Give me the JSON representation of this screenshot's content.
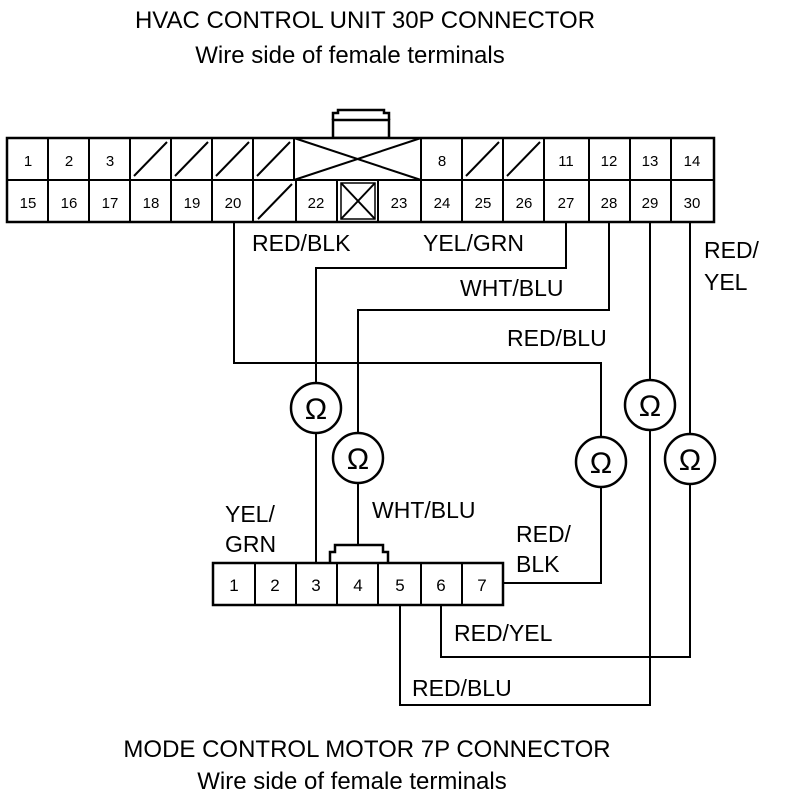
{
  "top_connector": {
    "title": "HVAC CONTROL UNIT 30P CONNECTOR",
    "subtitle": "Wire side of female terminals",
    "pins_top": [
      "1",
      "2",
      "3",
      "8",
      "11",
      "12",
      "13",
      "14"
    ],
    "pins_bottom": [
      "15",
      "16",
      "17",
      "18",
      "19",
      "20",
      "22",
      "23",
      "24",
      "25",
      "26",
      "27",
      "28",
      "29",
      "30"
    ]
  },
  "bottom_connector": {
    "title": "MODE CONTROL MOTOR 7P CONNECTOR",
    "subtitle": "Wire side of female terminals",
    "pins": [
      "1",
      "2",
      "3",
      "4",
      "5",
      "6",
      "7"
    ]
  },
  "wire_labels": {
    "red_blk_top": "RED/BLK",
    "yel_grn_top": "YEL/GRN",
    "wht_blu_top": "WHT/BLU",
    "red_blu_top": "RED/BLU",
    "red_yel_top_1": "RED/",
    "red_yel_top_2": "YEL",
    "yel_grn_bottom_1": "YEL/",
    "yel_grn_bottom_2": "GRN",
    "wht_blu_bottom": "WHT/BLU",
    "red_blk_bottom_1": "RED/",
    "red_blk_bottom_2": "BLK",
    "red_yel_bottom": "RED/YEL",
    "red_blu_bottom": "RED/BLU"
  },
  "ohmmeter_symbol": "Ω",
  "icons": [
    "ohmmeter-icon"
  ]
}
